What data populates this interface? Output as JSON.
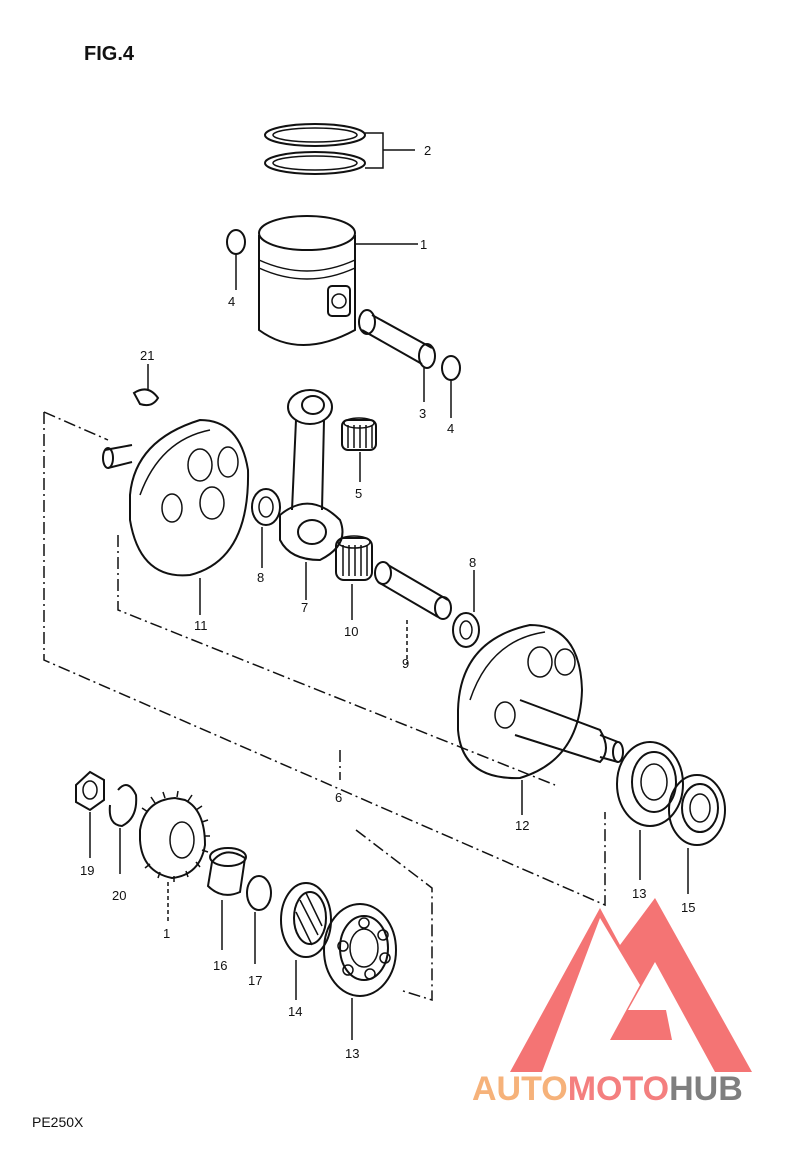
{
  "figure_title": "FIG.4",
  "model_code": "PE250X",
  "callouts": {
    "c1": "1",
    "c1b": "1",
    "c2": "2",
    "c3": "3",
    "c4a": "4",
    "c4b": "4",
    "c5": "5",
    "c6": "6",
    "c7": "7",
    "c8a": "8",
    "c8b": "8",
    "c9": "9",
    "c10": "10",
    "c11": "11",
    "c12": "12",
    "c13a": "13",
    "c13b": "13",
    "c14": "14",
    "c15": "15",
    "c16": "16",
    "c17": "17",
    "c19": "19",
    "c20": "20",
    "c21": "21"
  },
  "watermark": {
    "part1": "AUTO",
    "part2": "MOTO",
    "part3": "HUB",
    "colors": {
      "auto": "#f6b27a",
      "moto": "#f47f7f",
      "hub": "#7f7f7f",
      "logo": "#f25c5c"
    }
  }
}
